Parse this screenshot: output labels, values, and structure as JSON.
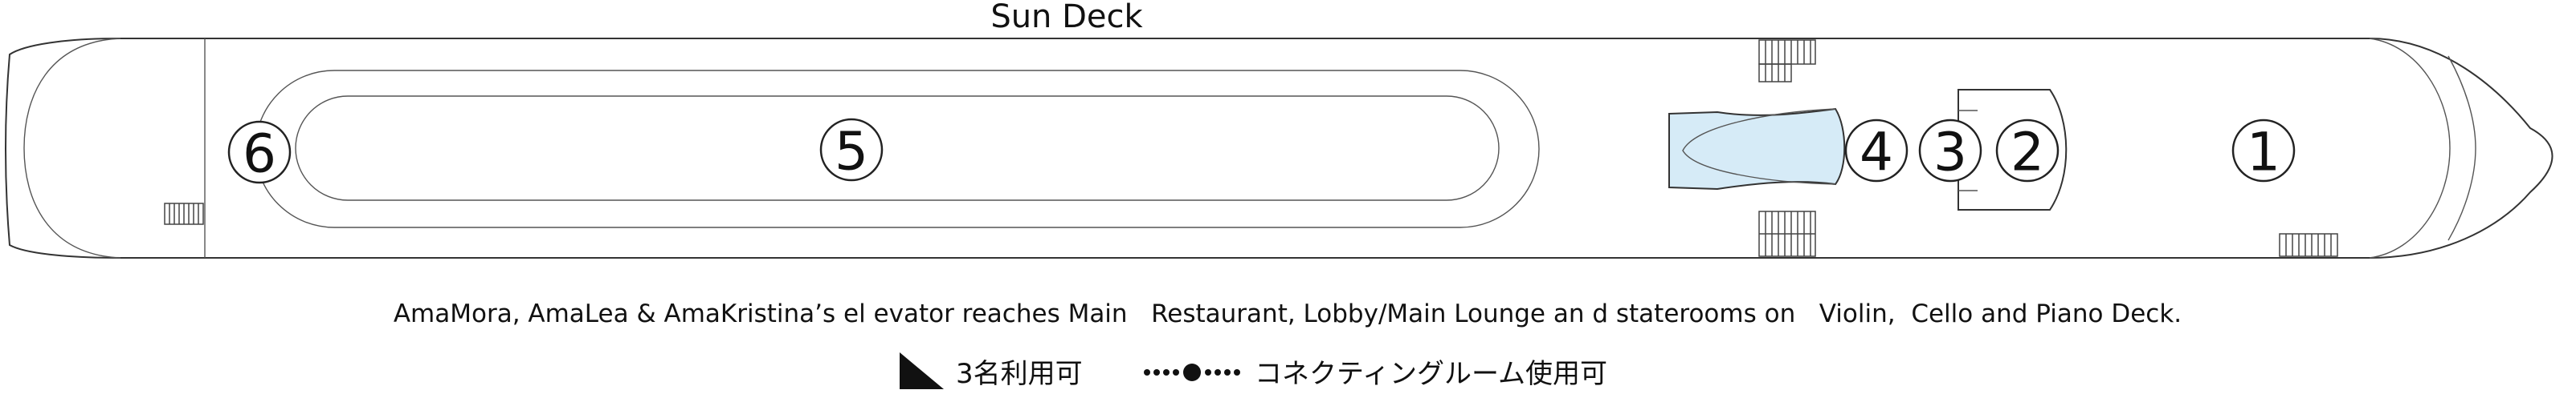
{
  "deck": {
    "title": "Sun Deck",
    "areas": [
      {
        "id": "1",
        "label": "1"
      },
      {
        "id": "2",
        "label": "2"
      },
      {
        "id": "3",
        "label": "3"
      },
      {
        "id": "4",
        "label": "4"
      },
      {
        "id": "5",
        "label": "5"
      },
      {
        "id": "6",
        "label": "6"
      }
    ]
  },
  "colors": {
    "outline": "#333333",
    "feature_fill": "#d6ebf7",
    "text": "#111111"
  },
  "caption": "AmaMora, AmaLea & AmaKristina’s el evator reaches Main   Restaurant, Lobby/Main Lounge an d staterooms on   Violin,  Cello and Piano Deck.",
  "legend": {
    "three_person": {
      "icon": "triangle-icon",
      "label": "3名利用可"
    },
    "connecting": {
      "icon": "connecting-room-icon",
      "label": "コネクティングルーム使用可"
    }
  }
}
